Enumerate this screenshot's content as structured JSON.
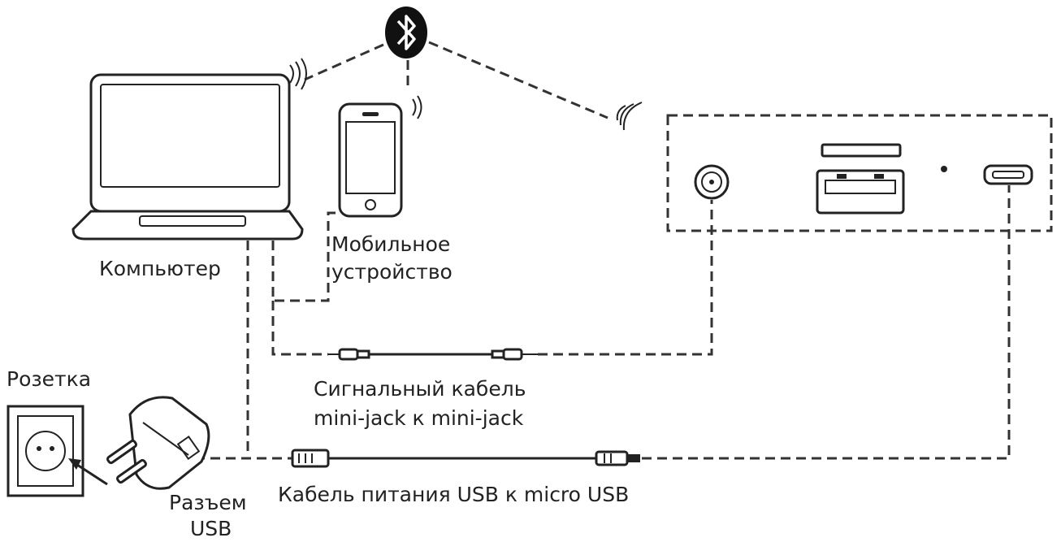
{
  "labels": {
    "computer": "Компьютер",
    "mobile_line1": "Мобильное",
    "mobile_line2": "устройство",
    "outlet": "Розетка",
    "audio_cable_line1": "Сигнальный кабель",
    "audio_cable_line2": "mini-jack к mini-jack",
    "usb_connector_line1": "Разъем",
    "usb_connector_line2": "USB",
    "power_cable": "Кабель питания USB к micro USB"
  },
  "icons": {
    "wireless": "bluetooth-icon",
    "computer": "laptop-icon",
    "mobile": "smartphone-icon",
    "outlet": "wall-socket-icon",
    "adapter": "usb-power-adapter-icon",
    "device": "speaker-back-panel"
  },
  "colors": {
    "line": "#333333",
    "text": "#222222",
    "background": "#ffffff"
  }
}
